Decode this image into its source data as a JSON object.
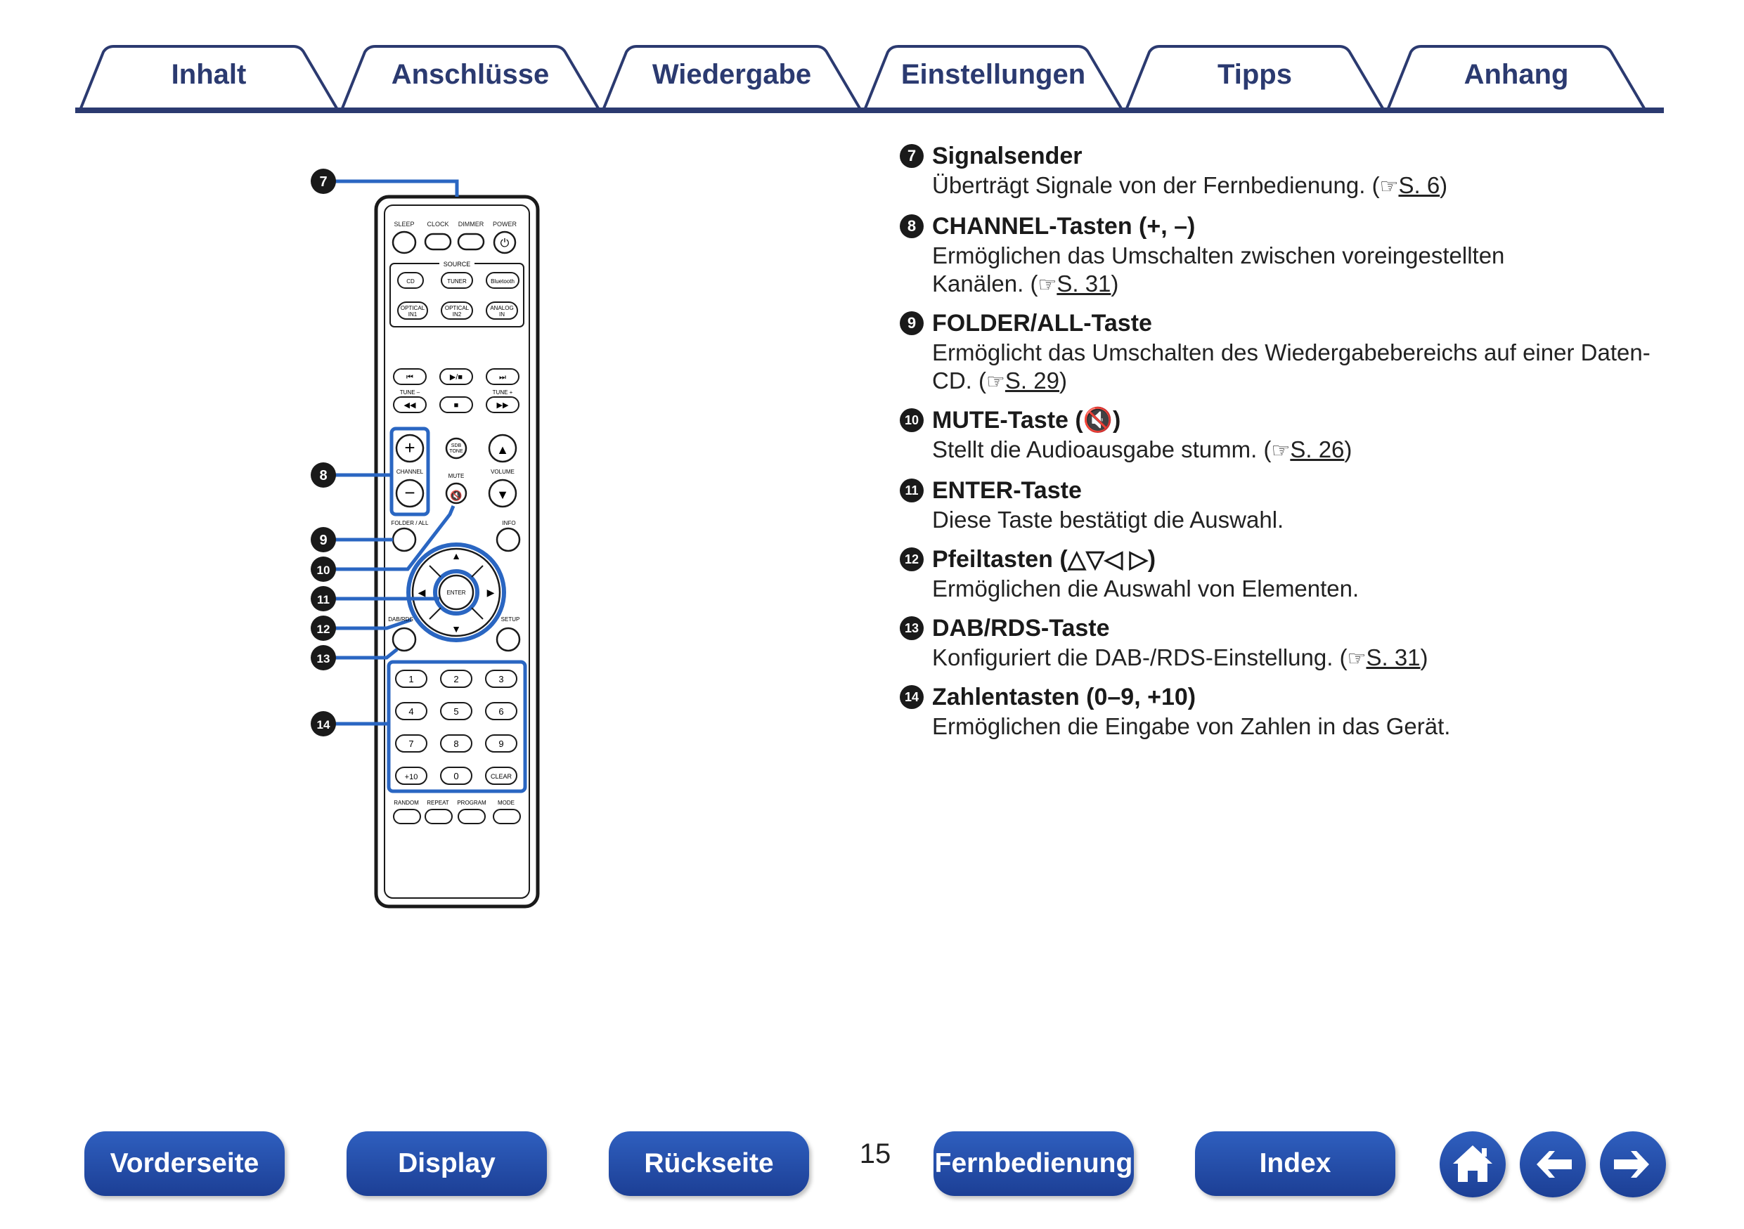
{
  "tabs": [
    "Inhalt",
    "Anschlüsse",
    "Wiedergabe",
    "Einstellungen",
    "Tipps",
    "Anhang"
  ],
  "remote": {
    "row1": [
      "SLEEP",
      "CLOCK",
      "DIMMER",
      "POWER"
    ],
    "source_label": "SOURCE",
    "source_row1": [
      "CD",
      "TUNER",
      "Bluetooth"
    ],
    "source_row2": [
      [
        "OPTICAL",
        "IN1"
      ],
      [
        "OPTICAL",
        "IN2"
      ],
      [
        "ANALOG",
        "IN"
      ]
    ],
    "tune_minus": "TUNE –",
    "tune_plus": "TUNE +",
    "channel": "CHANNEL",
    "sdb": [
      "SDB",
      "TONE"
    ],
    "mute": "MUTE",
    "volume": "VOLUME",
    "folder": "FOLDER / ALL",
    "info": "INFO",
    "enter": "ENTER",
    "dab": "DAB/RDS",
    "setup": "SETUP",
    "numbers": [
      "1",
      "2",
      "3",
      "4",
      "5",
      "6",
      "7",
      "8",
      "9",
      "+10",
      "0",
      "CLEAR"
    ],
    "bottom": [
      "RANDOM",
      "REPEAT",
      "PROGRAM",
      "MODE"
    ],
    "callouts": [
      "7",
      "8",
      "9",
      "10",
      "11",
      "12",
      "13",
      "14"
    ]
  },
  "items": [
    {
      "num": "7",
      "title": "Signalsender",
      "lines": [
        "Überträgt Signale von der Fernbedienung.  ("
      ],
      "ref": "S. 6",
      "after": ")"
    },
    {
      "num": "8",
      "title": "CHANNEL-Tasten (+, –)",
      "lines": [
        "Ermöglichen das Umschalten zwischen voreingestellten",
        "Kanälen. ("
      ],
      "ref": "S. 31",
      "after": ")"
    },
    {
      "num": "9",
      "title": "FOLDER/ALL-Taste",
      "lines": [
        "Ermöglicht das Umschalten des Wiedergabebereichs auf einer Daten-",
        "CD. ("
      ],
      "ref": "S. 29",
      "after": ")"
    },
    {
      "num": "10",
      "title": "MUTE-Taste (🔇)",
      "lines": [
        "Stellt die Audioausgabe stumm.  ("
      ],
      "ref": "S. 26",
      "after": ")"
    },
    {
      "num": "11",
      "title": "ENTER-Taste",
      "lines": [
        "Diese Taste bestätigt die Auswahl."
      ],
      "ref": "",
      "after": ""
    },
    {
      "num": "12",
      "title": "Pfeiltasten (△▽◁ ▷)",
      "lines": [
        "Ermöglichen die Auswahl von Elementen."
      ],
      "ref": "",
      "after": ""
    },
    {
      "num": "13",
      "title": "DAB/RDS-Taste",
      "lines": [
        "Konfiguriert die DAB-/RDS-Einstellung. ("
      ],
      "ref": "S. 31",
      "after": ")"
    },
    {
      "num": "14",
      "title": "Zahlentasten (0–9, +10)",
      "lines": [
        "Ermöglichen die Eingabe von Zahlen in das Gerät."
      ],
      "ref": "",
      "after": ""
    }
  ],
  "ref_icon": "☞",
  "bottom_nav": [
    "Vorderseite",
    "Display",
    "Rückseite",
    "Fernbedienung",
    "Index"
  ],
  "page_number": "15",
  "icons": {
    "home": "home-icon",
    "back": "arrow-left-icon",
    "forward": "arrow-right-icon"
  },
  "colors": {
    "brand": "#2b3a70",
    "button": "#1c3f95",
    "callout": "#2a66c2"
  }
}
